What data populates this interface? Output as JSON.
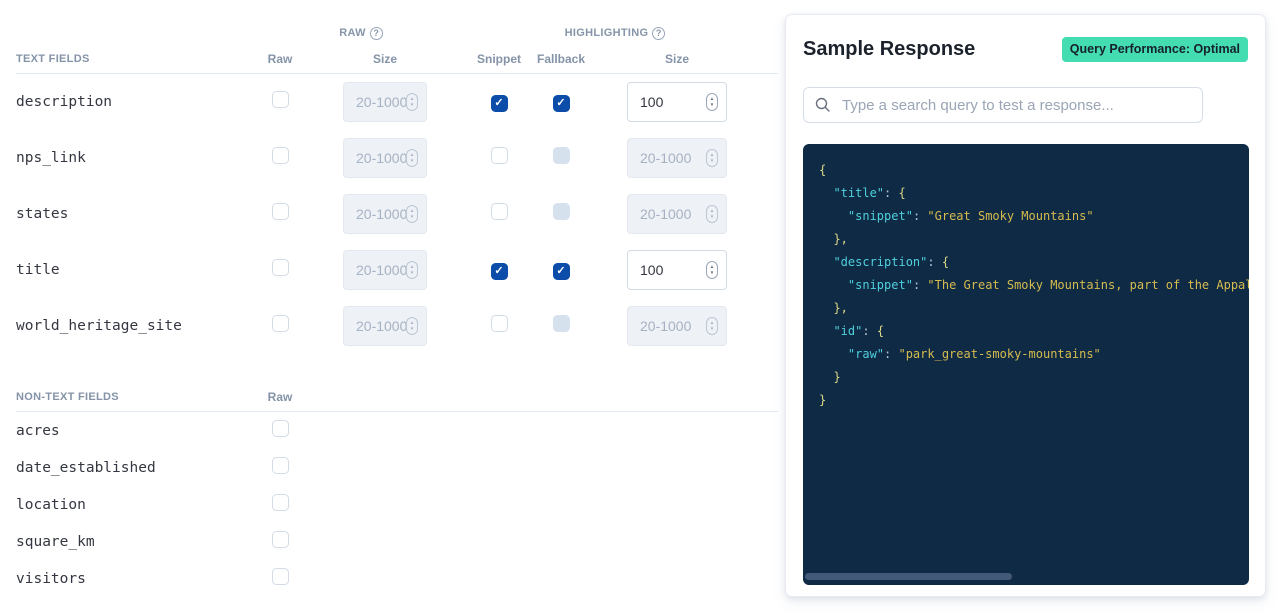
{
  "colors": {
    "checkbox_checked": "#0b4da8",
    "checkbox_disabled": "#d6e1ee",
    "badge_background": "#44ddb1",
    "code_background": "#0e2a45",
    "code_key": "#4fd0dc",
    "code_string": "#d6bb4e",
    "code_brace": "#ded887",
    "header_text": "#8493a8"
  },
  "left_panel": {
    "text_fields": {
      "group_raw": "RAW",
      "group_highlighting": "HIGHLIGHTING",
      "help_glyph": "?",
      "headers": {
        "title": "TEXT FIELDS",
        "raw": "Raw",
        "raw_size": "Size",
        "snippet": "Snippet",
        "fallback": "Fallback",
        "highlight_size": "Size"
      },
      "rows": [
        {
          "name": "description",
          "raw_checked": false,
          "raw_size": {
            "disabled": true,
            "placeholder": "20-1000"
          },
          "snippet_checked": true,
          "fallback_state": "checked",
          "highlight_size": {
            "disabled": false,
            "value": "100"
          }
        },
        {
          "name": "nps_link",
          "raw_checked": false,
          "raw_size": {
            "disabled": true,
            "placeholder": "20-1000"
          },
          "snippet_checked": false,
          "fallback_state": "disabled",
          "highlight_size": {
            "disabled": true,
            "placeholder": "20-1000"
          }
        },
        {
          "name": "states",
          "raw_checked": false,
          "raw_size": {
            "disabled": true,
            "placeholder": "20-1000"
          },
          "snippet_checked": false,
          "fallback_state": "disabled",
          "highlight_size": {
            "disabled": true,
            "placeholder": "20-1000"
          }
        },
        {
          "name": "title",
          "raw_checked": false,
          "raw_size": {
            "disabled": true,
            "placeholder": "20-1000"
          },
          "snippet_checked": true,
          "fallback_state": "checked",
          "highlight_size": {
            "disabled": false,
            "value": "100"
          }
        },
        {
          "name": "world_heritage_site",
          "raw_checked": false,
          "raw_size": {
            "disabled": true,
            "placeholder": "20-1000"
          },
          "snippet_checked": false,
          "fallback_state": "disabled",
          "highlight_size": {
            "disabled": true,
            "placeholder": "20-1000"
          }
        }
      ]
    },
    "non_text_fields": {
      "headers": {
        "title": "NON-TEXT FIELDS",
        "raw": "Raw"
      },
      "rows": [
        {
          "name": "acres",
          "raw_checked": false
        },
        {
          "name": "date_established",
          "raw_checked": false
        },
        {
          "name": "location",
          "raw_checked": false
        },
        {
          "name": "square_km",
          "raw_checked": false
        },
        {
          "name": "visitors",
          "raw_checked": false
        }
      ]
    }
  },
  "sample_response": {
    "title": "Sample Response",
    "badge_label": "Query Performance: Optimal",
    "search_placeholder": "Type a search query to test a response...",
    "code_lines": [
      [
        [
          "brace",
          "{"
        ]
      ],
      [
        [
          "ws",
          "  "
        ],
        [
          "key",
          "\"title\""
        ],
        [
          "colon",
          ": "
        ],
        [
          "brace",
          "{"
        ]
      ],
      [
        [
          "ws",
          "    "
        ],
        [
          "key",
          "\"snippet\""
        ],
        [
          "colon",
          ": "
        ],
        [
          "str",
          "\"Great Smoky Mountains\""
        ]
      ],
      [
        [
          "ws",
          "  "
        ],
        [
          "brace",
          "},"
        ]
      ],
      [
        [
          "ws",
          "  "
        ],
        [
          "key",
          "\"description\""
        ],
        [
          "colon",
          ": "
        ],
        [
          "brace",
          "{"
        ]
      ],
      [
        [
          "ws",
          "    "
        ],
        [
          "key",
          "\"snippet\""
        ],
        [
          "colon",
          ": "
        ],
        [
          "str",
          "\"The Great Smoky Mountains, part of the Appal"
        ]
      ],
      [
        [
          "ws",
          "  "
        ],
        [
          "brace",
          "},"
        ]
      ],
      [
        [
          "ws",
          "  "
        ],
        [
          "key",
          "\"id\""
        ],
        [
          "colon",
          ": "
        ],
        [
          "brace",
          "{"
        ]
      ],
      [
        [
          "ws",
          "    "
        ],
        [
          "key",
          "\"raw\""
        ],
        [
          "colon",
          ": "
        ],
        [
          "str",
          "\"park_great-smoky-mountains\""
        ]
      ],
      [
        [
          "ws",
          "  "
        ],
        [
          "brace",
          "}"
        ]
      ],
      [
        [
          "brace",
          "}"
        ]
      ]
    ]
  }
}
